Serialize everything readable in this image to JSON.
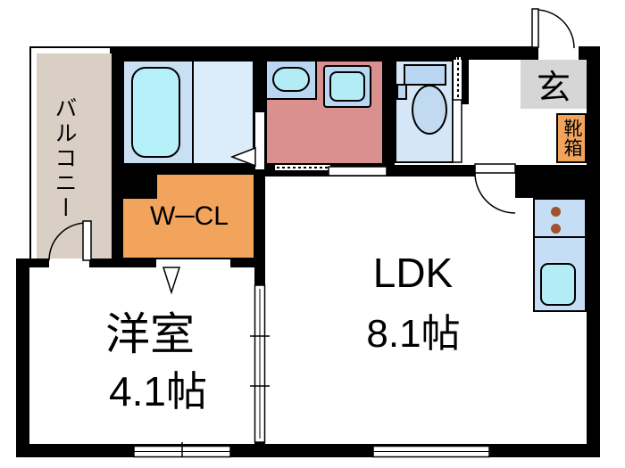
{
  "labels": {
    "balcony": "バルコニー",
    "walk_in_closet": "W─CL",
    "entrance": "玄",
    "shoe_box": "靴箱",
    "ldk": "LDK",
    "ldk_size": "8.1帖",
    "western_room": "洋室",
    "western_room_size": "4.1帖"
  },
  "colors": {
    "wall": "#000000",
    "balcony": "#d9cfc4",
    "bath-floor": "#c9dff3",
    "tub": "#b6f0f8",
    "shower": "#ddecf9",
    "washroom": "#d9908f",
    "fixture-box": "#b9d7f2",
    "fixture-inner": "#b4ecf6",
    "toilet-room": "#d4e6f7",
    "genkan": "#d6d6d6",
    "accent-orange": "#f2a45c",
    "kitchen": "#c5def5",
    "burner": "#a0522d"
  }
}
